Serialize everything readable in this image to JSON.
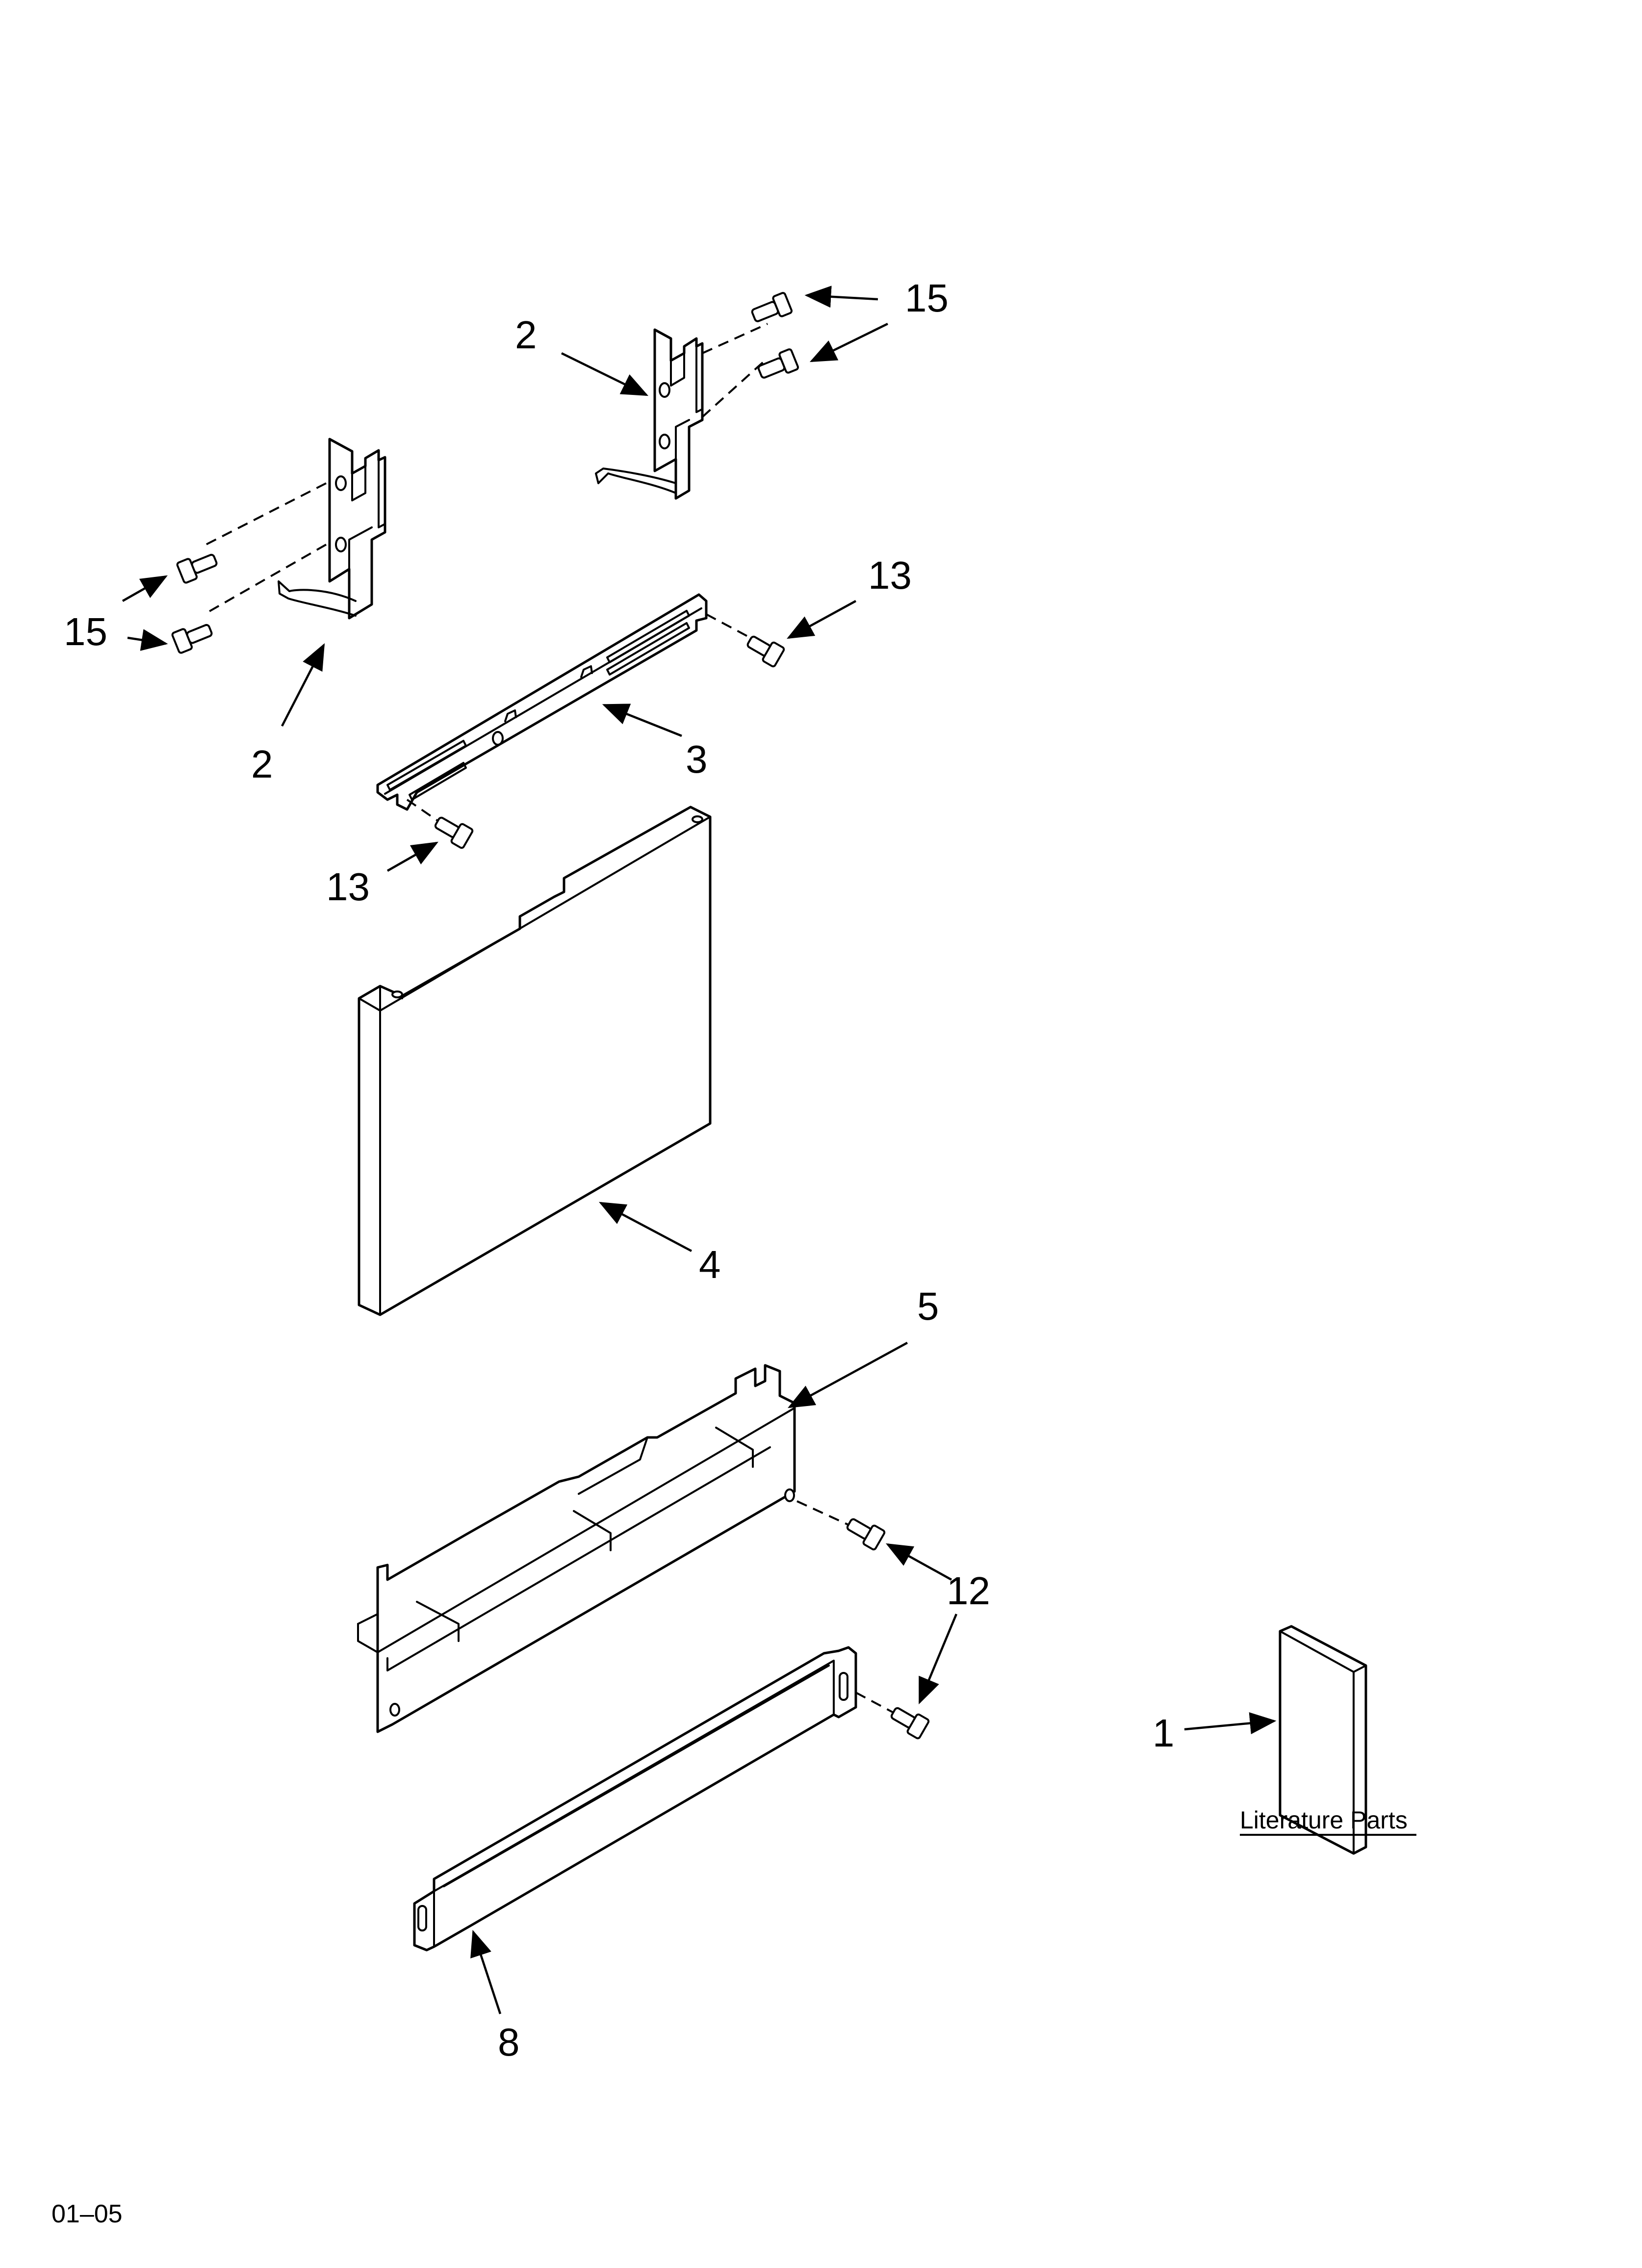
{
  "callouts": {
    "c15_top_right": "15",
    "c2_top": "2",
    "c15_left": "15",
    "c2_bottom_left": "2",
    "c13_right": "13",
    "c3": "3",
    "c13_left": "13",
    "c4": "4",
    "c5": "5",
    "c12": "12",
    "c1": "1",
    "c8": "8"
  },
  "literature_label": "Literature Parts",
  "footer_code": "01–05"
}
